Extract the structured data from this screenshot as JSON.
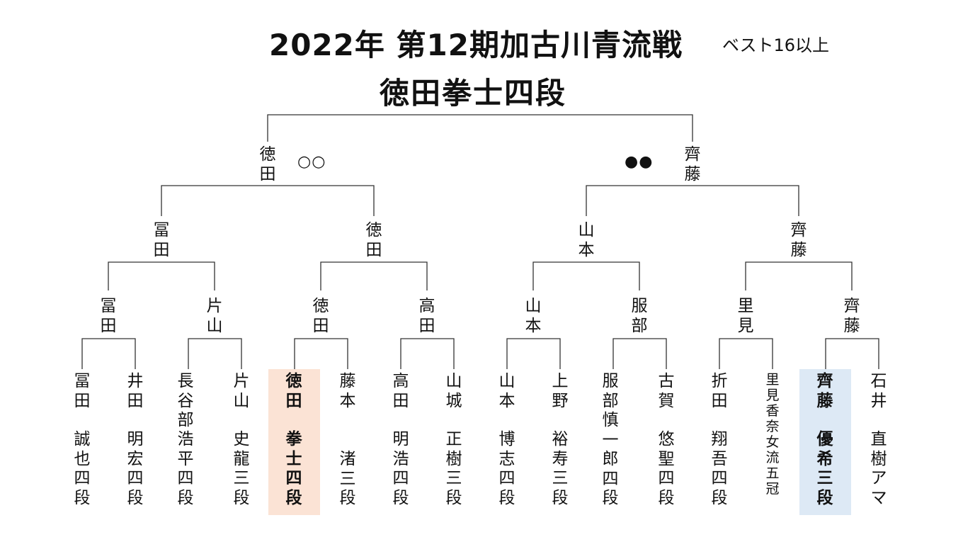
{
  "header": {
    "title": "2022年  第12期加古川青流戦",
    "note": "ベスト16以上",
    "winner": "徳田拳士四段"
  },
  "final": {
    "left": "徳田",
    "right": "齊藤",
    "left_marks": "○○",
    "right_marks": "●●"
  },
  "semifinals": [
    "冨田",
    "徳田",
    "山本",
    "齊藤"
  ],
  "quarterfinals": [
    "冨田",
    "片山",
    "徳田",
    "高田",
    "山本",
    "服部",
    "里見",
    "齊藤"
  ],
  "players": [
    {
      "surname": "冨田",
      "given": "誠也四段"
    },
    {
      "surname": "井田",
      "given": "明宏四段"
    },
    {
      "surname": "長谷部",
      "given": "浩平四段"
    },
    {
      "surname": "片山",
      "given": "史龍三段"
    },
    {
      "surname": "徳田",
      "given": "拳士四段"
    },
    {
      "surname": "藤本",
      "given": "渚三段"
    },
    {
      "surname": "高田",
      "given": "明浩四段"
    },
    {
      "surname": "山城",
      "given": "正樹三段"
    },
    {
      "surname": "山本",
      "given": "博志四段"
    },
    {
      "surname": "上野",
      "given": "裕寿三段"
    },
    {
      "surname": "服部",
      "given": "慎一郎四段"
    },
    {
      "surname": "古賀",
      "given": "悠聖四段"
    },
    {
      "surname": "折田",
      "given": "翔吾四段"
    },
    {
      "surname": "里見",
      "given": "香奈女流五冠"
    },
    {
      "surname": "齊藤",
      "given": "優希三段"
    },
    {
      "surname": "石井",
      "given": "直樹アマ"
    }
  ],
  "colors": {
    "winner_highlight": "#fbe3d5",
    "runner_up_highlight": "#dde9f5",
    "line": "#333333"
  }
}
